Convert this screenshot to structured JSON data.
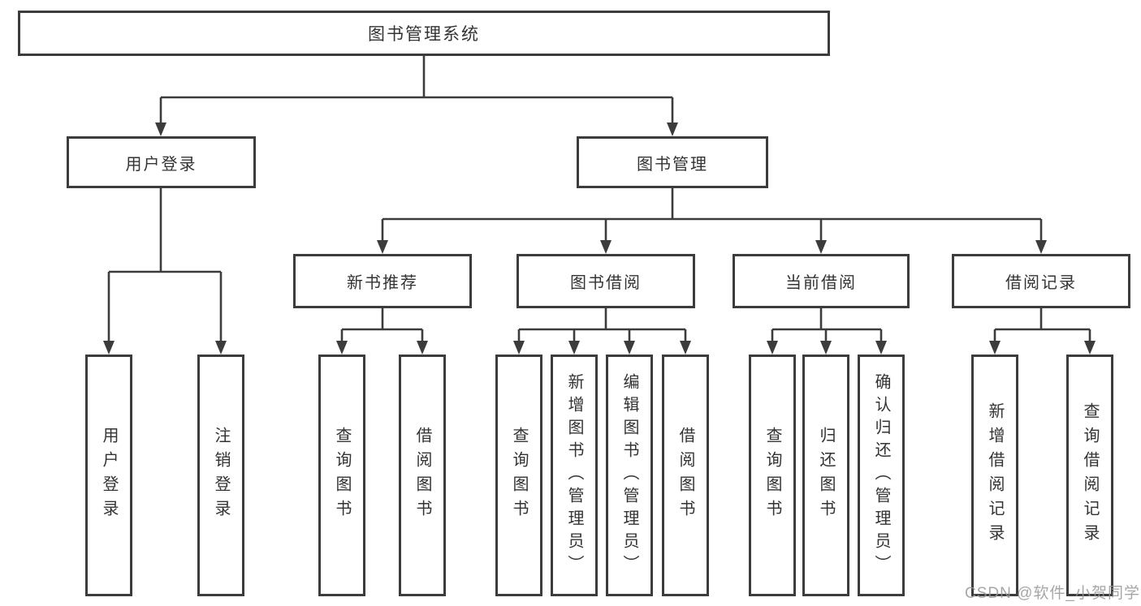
{
  "diagram": {
    "root": {
      "label": "图书管理系统"
    },
    "branches": [
      {
        "label": "用户登录",
        "children": [
          {
            "label": "用户登录"
          },
          {
            "label": "注销登录"
          }
        ]
      },
      {
        "label": "图书管理",
        "children": [
          {
            "label": "新书推荐",
            "children": [
              {
                "label": "查询图书"
              },
              {
                "label": "借阅图书"
              }
            ]
          },
          {
            "label": "图书借阅",
            "children": [
              {
                "label": "查询图书"
              },
              {
                "label": "新增图书（管理员）"
              },
              {
                "label": "编辑图书（管理员）"
              },
              {
                "label": "借阅图书"
              }
            ]
          },
          {
            "label": "当前借阅",
            "children": [
              {
                "label": "查询图书"
              },
              {
                "label": "归还图书"
              },
              {
                "label": "确认归还（管理员）"
              }
            ]
          },
          {
            "label": "借阅记录",
            "children": [
              {
                "label": "新增借阅记录"
              },
              {
                "label": "查询借阅记录"
              }
            ]
          }
        ]
      }
    ]
  },
  "watermark": {
    "text": "CSDN @软件_小贺同学"
  },
  "colors": {
    "line": "#3c3c3c",
    "text": "#333333",
    "watermark": "#969696",
    "background": "#ffffff"
  }
}
